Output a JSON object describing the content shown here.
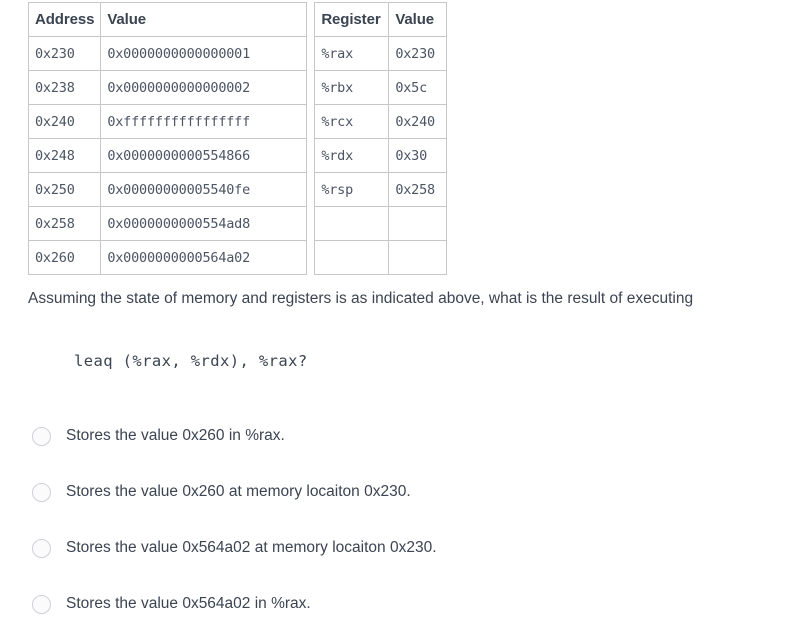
{
  "memory_table": {
    "headers": [
      "Address",
      "Value"
    ],
    "rows": [
      {
        "address": "0x230",
        "value": "0x0000000000000001"
      },
      {
        "address": "0x238",
        "value": "0x0000000000000002"
      },
      {
        "address": "0x240",
        "value": "0xffffffffffffffff"
      },
      {
        "address": "0x248",
        "value": "0x0000000000554866"
      },
      {
        "address": "0x250",
        "value": "0x00000000005540fe"
      },
      {
        "address": "0x258",
        "value": "0x0000000000554ad8"
      },
      {
        "address": "0x260",
        "value": "0x0000000000564a02"
      }
    ]
  },
  "register_table": {
    "headers": [
      "Register",
      "Value"
    ],
    "rows": [
      {
        "register": "%rax",
        "value": "0x230"
      },
      {
        "register": "%rbx",
        "value": "0x5c"
      },
      {
        "register": "%rcx",
        "value": "0x240"
      },
      {
        "register": "%rdx",
        "value": "0x30"
      },
      {
        "register": "%rsp",
        "value": "0x258"
      },
      {
        "register": "",
        "value": ""
      },
      {
        "register": "",
        "value": ""
      }
    ]
  },
  "question": {
    "prompt": "Assuming the state of memory and registers is as indicated above, what is the result of executing",
    "code": "leaq (%rax, %rdx), %rax?"
  },
  "options": [
    {
      "label": "Stores the value 0x260 in %rax."
    },
    {
      "label": "Stores the value 0x260 at memory locaiton 0x230."
    },
    {
      "label": "Stores the value 0x564a02 at memory locaiton 0x230."
    },
    {
      "label": "Stores the value 0x564a02 in %rax."
    }
  ],
  "colors": {
    "text": "#3b4451",
    "border": "#c7c7c7",
    "radio_border": "#cdd0d5",
    "radio_fill": "#fbfbfc",
    "background": "#ffffff"
  }
}
